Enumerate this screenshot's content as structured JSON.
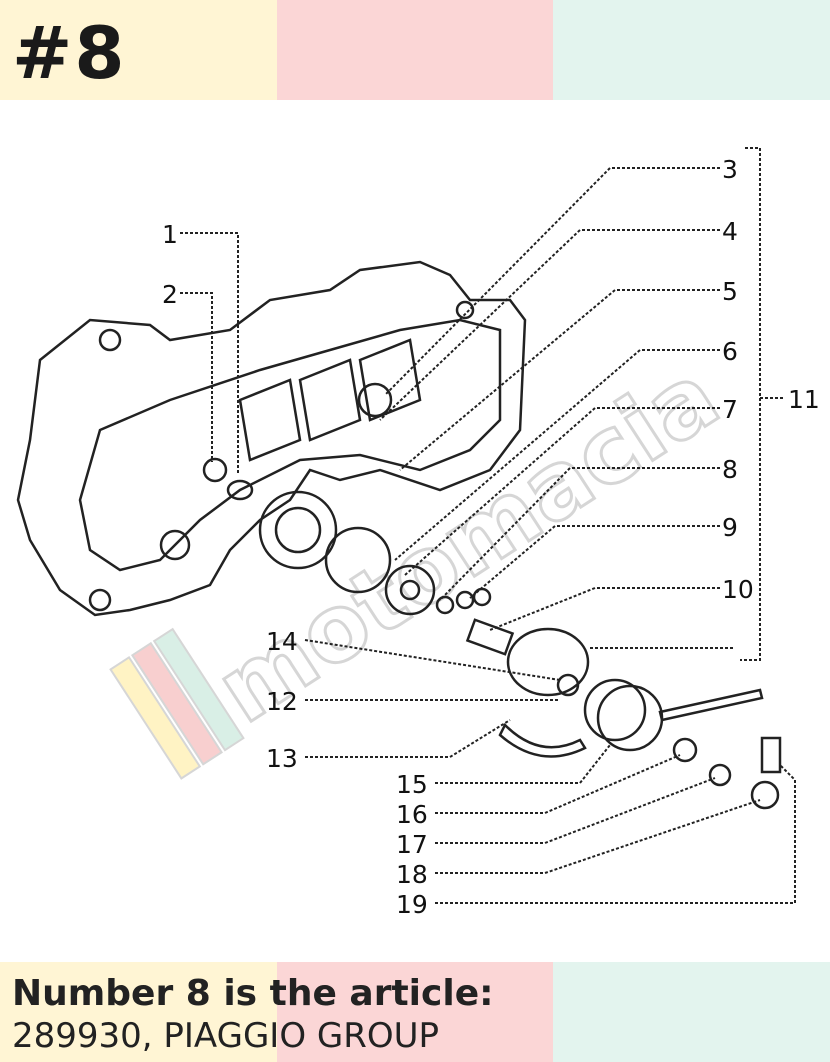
{
  "header": {
    "number_label": "#8"
  },
  "footer": {
    "line1": "Number 8 is the article:",
    "line2": "289930, PIAGGIO GROUP"
  },
  "diagram": {
    "watermark": "motomacia",
    "callouts": {
      "c1": "1",
      "c2": "2",
      "c3": "3",
      "c4": "4",
      "c5": "5",
      "c6": "6",
      "c7": "7",
      "c8": "8",
      "c9": "9",
      "c10": "10",
      "c11": "11",
      "c12": "12",
      "c13": "13",
      "c14": "14",
      "c15": "15",
      "c16": "16",
      "c17": "17",
      "c18": "18",
      "c19": "19"
    }
  },
  "colors": {
    "yellow": "#fff5d4",
    "pink": "#fbd6d6",
    "mint": "#e3f4ee"
  }
}
